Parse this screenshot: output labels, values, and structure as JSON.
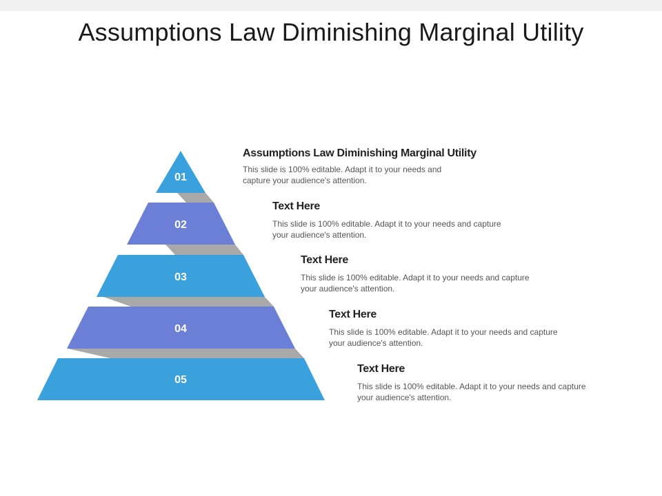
{
  "slide": {
    "title": "Assumptions Law Diminishing Marginal Utility"
  },
  "colors": {
    "light_blue": "#3ba1dc",
    "periwinkle": "#6b7fd6",
    "connector_gray": "#a9a9a9"
  },
  "levels": [
    {
      "number": "01",
      "heading": "Assumptions Law Diminishing Marginal Utility",
      "body_line1": "This slide is 100% editable. Adapt it to your needs and",
      "body_line2": "capture your audience's attention."
    },
    {
      "number": "02",
      "heading": "Text Here",
      "body_line1": "This slide is 100% editable. Adapt it to your needs and capture",
      "body_line2": "your audience's attention."
    },
    {
      "number": "03",
      "heading": "Text Here",
      "body_line1": "This slide is 100% editable. Adapt it to your needs and capture",
      "body_line2": "your audience's attention."
    },
    {
      "number": "04",
      "heading": "Text Here",
      "body_line1": "This slide is 100% editable. Adapt it to your needs and capture",
      "body_line2": "your audience's attention."
    },
    {
      "number": "05",
      "heading": "Text Here",
      "body_line1": "This slide is 100% editable. Adapt it to your needs and capture",
      "body_line2": "your audience's attention."
    }
  ]
}
